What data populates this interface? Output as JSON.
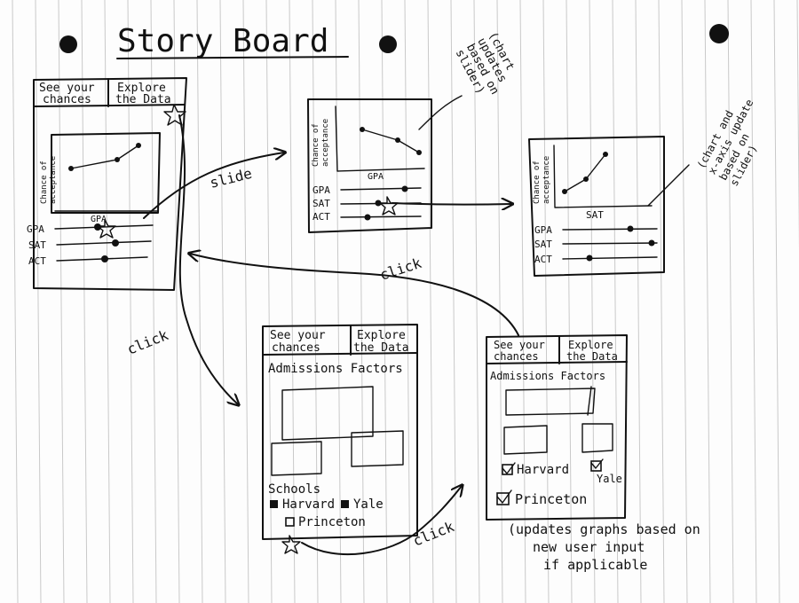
{
  "title": "Story Board",
  "tabs": {
    "left": "See your chances",
    "right": "Explore the Data"
  },
  "tabs_rows": {
    "left_1": "See your",
    "left_2": "chances",
    "right_1": "Explore",
    "right_2": "the Data"
  },
  "frame1": {
    "ylabel_1": "Chance of",
    "ylabel_2": "acceptance",
    "xlabel": "GPA",
    "sliders": [
      "GPA",
      "SAT",
      "ACT"
    ]
  },
  "frame2": {
    "ylabel_1": "Chance of",
    "ylabel_2": "acceptance",
    "xlabel": "GPA",
    "sliders": [
      "GPA",
      "SAT",
      "ACT"
    ],
    "note_lines": [
      "(chart",
      "updates",
      "based on",
      "slider)"
    ]
  },
  "frame3": {
    "ylabel_1": "Chance of",
    "ylabel_2": "acceptance",
    "xlabel": "SAT",
    "sliders": [
      "GPA",
      "SAT",
      "ACT"
    ],
    "note_lines": [
      "(chart and",
      "x-axis update",
      "based on",
      "slider)"
    ]
  },
  "frame4": {
    "section": "Admissions Factors",
    "schools_label": "Schools",
    "schools": [
      "Harvard",
      "Yale",
      "Princeton"
    ]
  },
  "frame5": {
    "section": "Admissions Factors",
    "schools": [
      "Harvard",
      "Yale",
      "Princeton"
    ]
  },
  "arrows": {
    "slide": "slide",
    "click_left": "click",
    "click_top": "click",
    "click_bottom": "click"
  },
  "bottom_note_lines": [
    "(updates graphs based on",
    "new user input",
    "if applicable"
  ],
  "colors": {
    "ink": "#111111",
    "paper": "#fdfdfd",
    "rule": "#c9c9c9"
  }
}
